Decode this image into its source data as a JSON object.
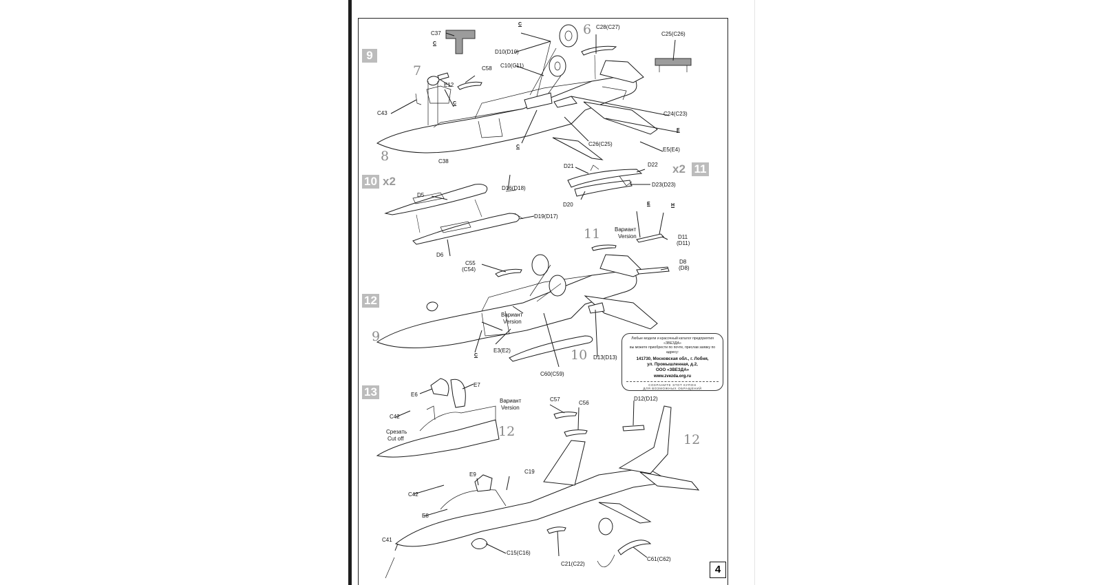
{
  "page": {
    "number": "4"
  },
  "steps": [
    "9",
    "10",
    "11",
    "12",
    "13"
  ],
  "multipliers": {
    "step10": "x2",
    "step11": "x2"
  },
  "references": [
    "6",
    "7",
    "8",
    "11",
    "9",
    "10",
    "12",
    "12"
  ],
  "parts": {
    "s9": [
      "C37",
      "C",
      "D10(D10)",
      "C28(C27)",
      "C25(C26)",
      "C10(C11)",
      "C58",
      "E12",
      "C43",
      "C",
      "C38",
      "C24(C23)",
      "E",
      "C26(C25)",
      "C",
      "E5(E4)",
      "C"
    ],
    "s10": [
      "D5",
      "D16(D18)",
      "D19(D17)",
      "D6"
    ],
    "s11": [
      "D21",
      "D22",
      "D23(D23)",
      "D20"
    ],
    "s12": [
      "E",
      "H",
      "D11",
      "(D11)",
      "D8",
      "(D8)",
      "C55",
      "(C54)",
      "E3(E2)",
      "C",
      "C60(C59)",
      "D13(D13)"
    ],
    "s13": [
      "E6",
      "E7",
      "C42",
      "C57",
      "C56",
      "D12(D12)",
      "E9",
      "C19",
      "C42",
      "E8",
      "C41",
      "C15(C16)",
      "C21(C22)",
      "C61(C62)"
    ]
  },
  "variant": {
    "ru": "Вариант",
    "en": "Version"
  },
  "cut": {
    "ru": "Срезать",
    "en": "Cut off"
  },
  "info": {
    "line1": "Любые модели и красочный каталог предприятия «ЗВЕЗДА»",
    "line2": "вы можете приобрести по почте, прислав заявку по адресу:",
    "addr1": "141730, Московская обл., г. Лобня,",
    "addr2": "ул. Промышленная, д.2,",
    "addr3": "ООО «ЗВЕЗДА»",
    "url": "www.zvezda.org.ru",
    "footer1": "СОХРАНИТЕ ЭТОТ КУПОН",
    "footer2": "ДЛЯ ВОЗМОЖНЫХ ОБРАЩЕНИЙ"
  }
}
